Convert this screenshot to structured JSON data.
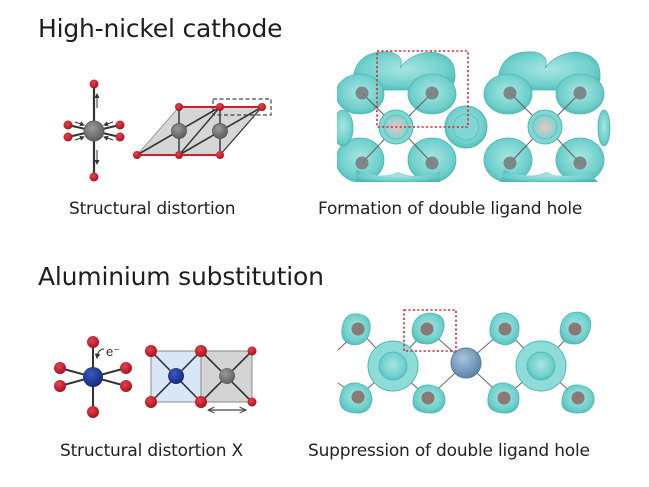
{
  "sections": [
    {
      "heading": "High-nickel cathode",
      "left_caption": "Structural distortion",
      "right_caption": "Formation of double ligand hole"
    },
    {
      "heading": "Aluminium substitution",
      "left_caption": "Structural distortion X",
      "right_caption": "Suppression of double ligand hole",
      "electron_label": "e⁻"
    }
  ],
  "colors": {
    "oxygen": "#c8202e",
    "nickel": "#7a7a7a",
    "aluminium": "#1e3a9a",
    "charge_density": "#6fd0cc",
    "charge_density_edge": "#3fa9a5",
    "highlight_box": "#d42a3a",
    "cell_gray": "#d0d0d0",
    "cell_blue": "#d8e6f6",
    "al_site_density": "#7fa4c4"
  }
}
